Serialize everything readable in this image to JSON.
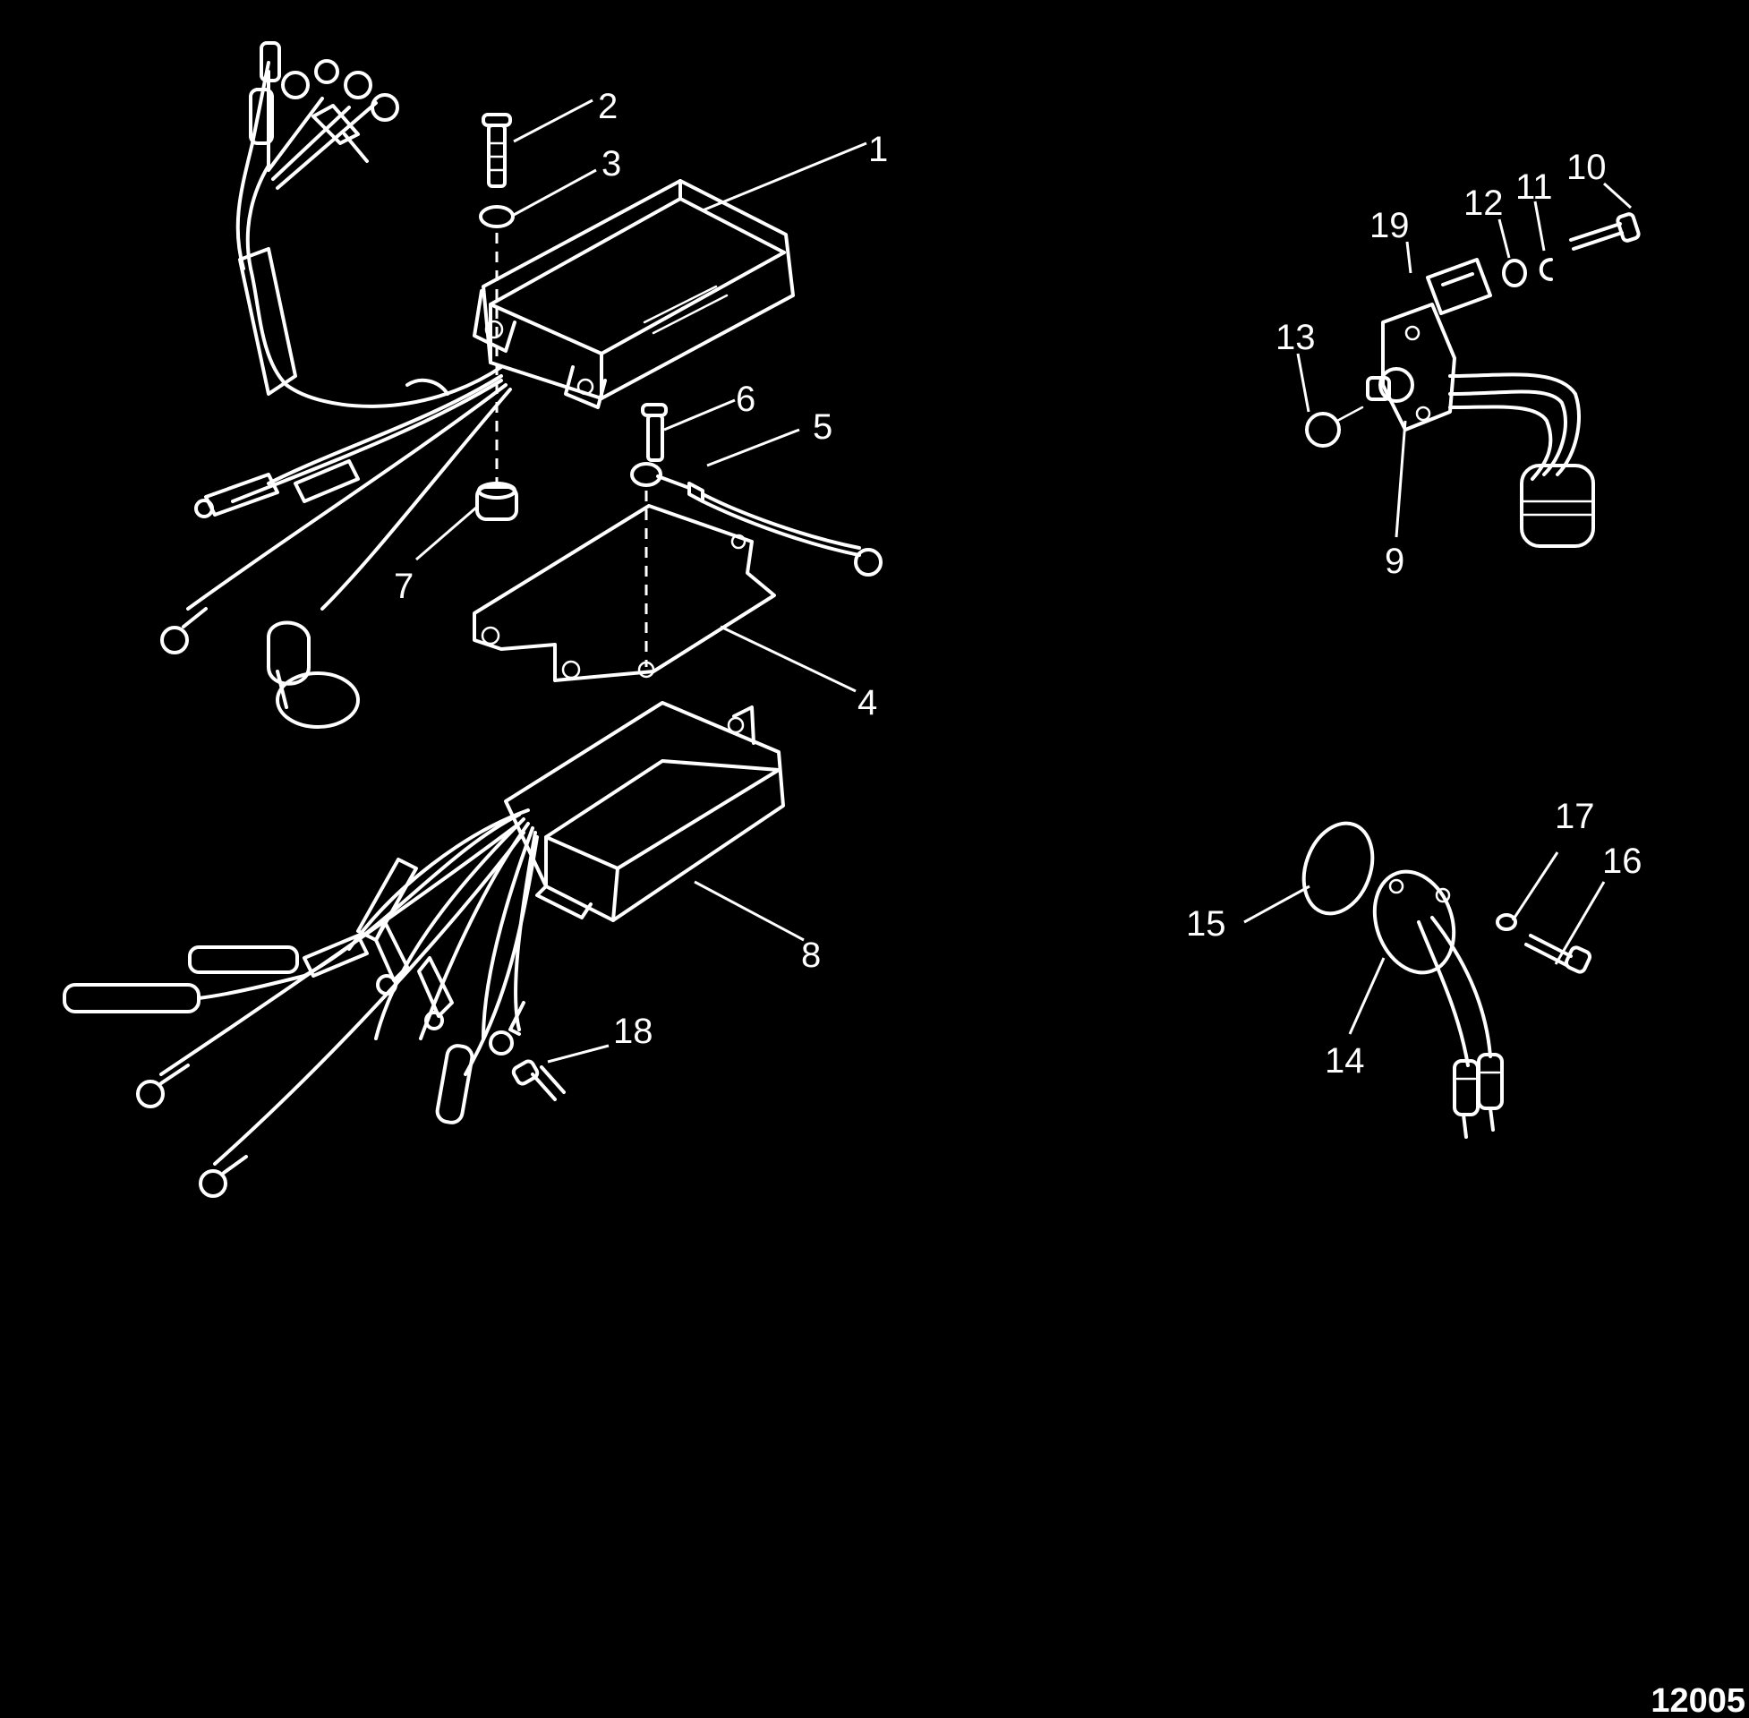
{
  "figure_code": "12005",
  "callouts": [
    {
      "id": "1",
      "label": "1"
    },
    {
      "id": "2",
      "label": "2"
    },
    {
      "id": "3",
      "label": "3"
    },
    {
      "id": "4",
      "label": "4"
    },
    {
      "id": "5",
      "label": "5"
    },
    {
      "id": "6",
      "label": "6"
    },
    {
      "id": "7",
      "label": "7"
    },
    {
      "id": "8",
      "label": "8"
    },
    {
      "id": "9",
      "label": "9"
    },
    {
      "id": "10",
      "label": "10"
    },
    {
      "id": "11",
      "label": "11"
    },
    {
      "id": "12",
      "label": "12"
    },
    {
      "id": "13",
      "label": "13"
    },
    {
      "id": "14",
      "label": "14"
    },
    {
      "id": "15",
      "label": "15"
    },
    {
      "id": "16",
      "label": "16"
    },
    {
      "id": "17",
      "label": "17"
    },
    {
      "id": "18",
      "label": "18"
    },
    {
      "id": "19",
      "label": "19"
    }
  ]
}
